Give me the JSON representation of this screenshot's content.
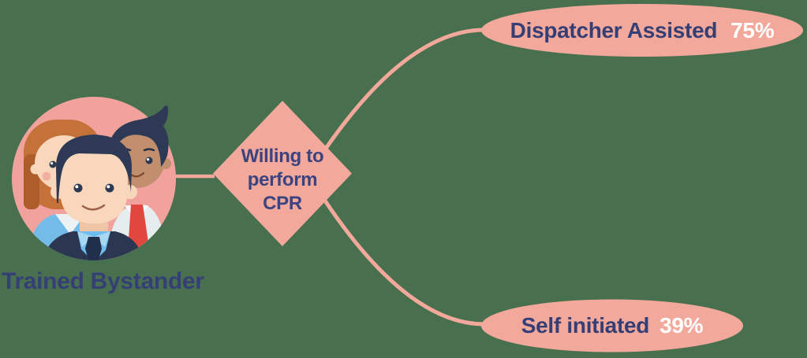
{
  "colors": {
    "background": "#48704F",
    "salmon": "#F2A89A",
    "salmon_circle": "#F2A29D",
    "navy_text": "#363F75",
    "white_text": "#FFFFFF"
  },
  "source_node": {
    "label": "Trained Bystander"
  },
  "decision_node": {
    "line1": "Willing to",
    "line2": "perform",
    "line3": "CPR"
  },
  "outcomes": [
    {
      "label": "Dispatcher Assisted",
      "value": "75%"
    },
    {
      "label": "Self initiated",
      "value": "39%"
    }
  ]
}
